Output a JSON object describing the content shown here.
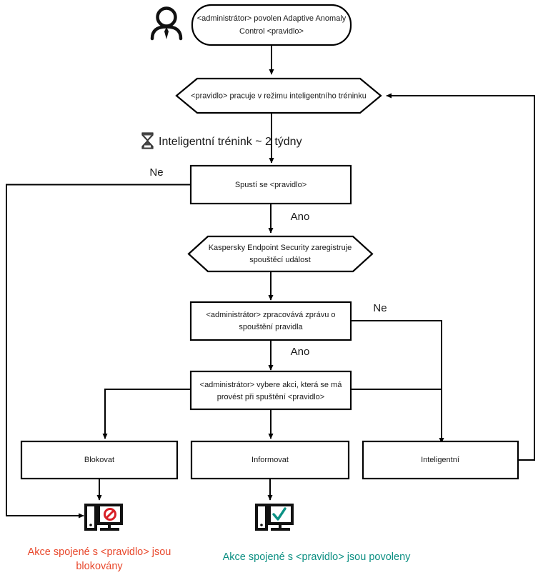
{
  "diagram": {
    "title": "Adaptive Anomaly Control rule workflow",
    "language": "cs",
    "colors": {
      "stroke": "#000000",
      "text": "#1a1a1a",
      "blocked": "#e8472b",
      "allowed": "#0b8f82",
      "icon": "#111111"
    },
    "nodes": {
      "actor": {
        "name": "administrator-actor",
        "icon": "person-icon"
      },
      "start": {
        "shape": "rounded-rectangle",
        "line1": "<administrátor> povolen Adaptive Anomaly",
        "line2": "Control <pravidlo>"
      },
      "training_mode": {
        "shape": "hexagon",
        "line1": "<pravidlo> pracuje v režimu inteligentního tréninku"
      },
      "rule_triggers": {
        "shape": "rectangle",
        "line1": "Spustí se <pravidlo>"
      },
      "registers_event": {
        "shape": "hexagon",
        "line1": "Kaspersky Endpoint Security zaregistruje",
        "line2": "spouštěcí událost"
      },
      "processes_report": {
        "shape": "rectangle",
        "line1": "<administrátor> zpracovává zprávu o",
        "line2": "spouštění pravidla"
      },
      "selects_action": {
        "shape": "rectangle",
        "line1": "<administrátor> vybere akci, která se má",
        "line2": "provést při spuštění <pravidlo>"
      },
      "block": {
        "shape": "rectangle",
        "line1": "Blokovat"
      },
      "inform": {
        "shape": "rectangle",
        "line1": "Informovat"
      },
      "smart": {
        "shape": "rectangle",
        "line1": "Inteligentní"
      }
    },
    "annotations": {
      "training_time": {
        "icon": "hourglass-icon",
        "text": "Inteligentní trénink ~ 2 týdny"
      }
    },
    "edge_labels": {
      "no_from_trigger": "Ne",
      "yes_from_trigger": "Ano",
      "no_from_report": "Ne",
      "yes_from_report": "Ano"
    },
    "outcomes": {
      "blocked": {
        "icon": "monitor-blocked-icon",
        "line1": "Akce spojené s <pravidlo> jsou",
        "line2": "blokovány",
        "color": "#e8472b"
      },
      "allowed": {
        "icon": "monitor-allowed-icon",
        "line1": "Akce spojené s <pravidlo> jsou povoleny",
        "line2": "",
        "color": "#0b8f82"
      }
    }
  }
}
